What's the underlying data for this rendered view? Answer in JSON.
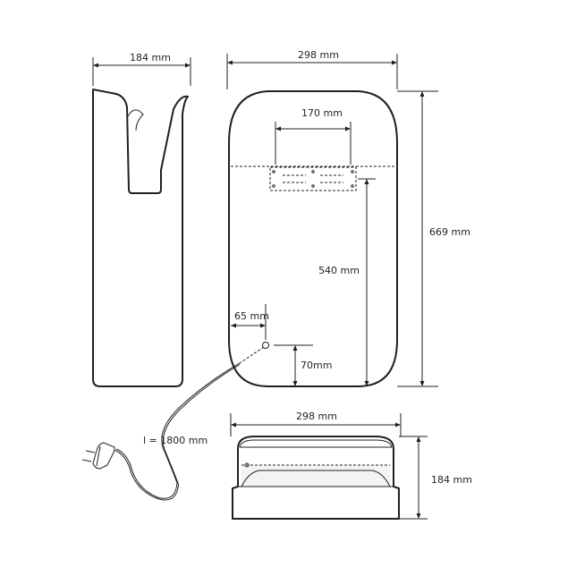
{
  "dimensions": {
    "side_width": "184 mm",
    "front_width": "298 mm",
    "front_height": "669 mm",
    "outlet_width": "170 mm",
    "outlet_height": "540 mm",
    "cable_offset_x": "65 mm",
    "cable_offset_y": "70mm",
    "cable_length": "l = 1800 mm",
    "top_width": "298 mm",
    "top_depth": "184 mm"
  },
  "colors": {
    "line": "#231f20",
    "background": "#ffffff"
  }
}
